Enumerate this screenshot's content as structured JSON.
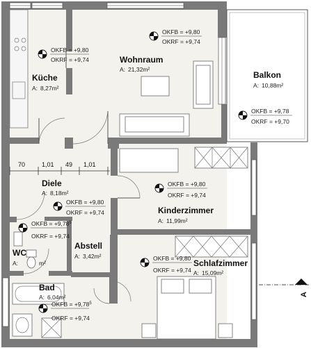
{
  "rooms": [
    {
      "key": "kueche",
      "name": "Küche",
      "area_label": "A:",
      "area": "8,27m²"
    },
    {
      "key": "wohnraum",
      "name": "Wohnraum",
      "area_label": "A:",
      "area": "21,32m²"
    },
    {
      "key": "balkon",
      "name": "Balkon",
      "area_label": "A:",
      "area": "10,88m²"
    },
    {
      "key": "diele",
      "name": "Diele",
      "area_label": "A:",
      "area": "8,18m²"
    },
    {
      "key": "kinderzimmer",
      "name": "Kinderzimmer",
      "area_label": "A:",
      "area": "11,99m²"
    },
    {
      "key": "abstell",
      "name": "Abstell",
      "area_label": "A:",
      "area": "3,42m²"
    },
    {
      "key": "wc",
      "name": "WC",
      "area_label": "A:",
      "area": "m²"
    },
    {
      "key": "schlafzimmer",
      "name": "Schlafzimmer",
      "area_label": "A:",
      "area": "15,09m²"
    },
    {
      "key": "bad",
      "name": "Bad",
      "area_label": "A:",
      "area": "6,04m²"
    }
  ],
  "levels": {
    "kueche": {
      "okfb": "OKFB = +9,80",
      "okrf": "OKRF = +9,74"
    },
    "wohnraum": {
      "okfb": "OKFB = +9,80",
      "okrf": "OKRF = +9,74"
    },
    "balkon": {
      "okfb": "OKFB = +9,78",
      "okrf": "OKRF = +9,70"
    },
    "diele": {
      "okfb": "OKFB = +9,80",
      "okrf": "OKRF = +9,74"
    },
    "kinderzimmer": {
      "okfb": "OKFB = +9,80",
      "okrf": "OKRF = +9,74"
    },
    "wc": {
      "okfb": "OKFB = +9,78",
      "okrf": "OKRF = +9,74"
    },
    "schlafzimmer": {
      "okfb": "OKFB = +9,80",
      "okrf": "OKRF = +9,74"
    },
    "bad": {
      "okfb": "OKFB = +9,78",
      "okrf": "OKRF = +9,74"
    }
  },
  "wc_level_superscript": "5",
  "bad_level_superscript": "5",
  "dimensions": [
    "70",
    "1,01",
    "49",
    "1,01"
  ],
  "section_marker": "A",
  "colors": {
    "wall": "#7a7a7a",
    "floor": "#f3f2ec",
    "text": "#111111"
  }
}
